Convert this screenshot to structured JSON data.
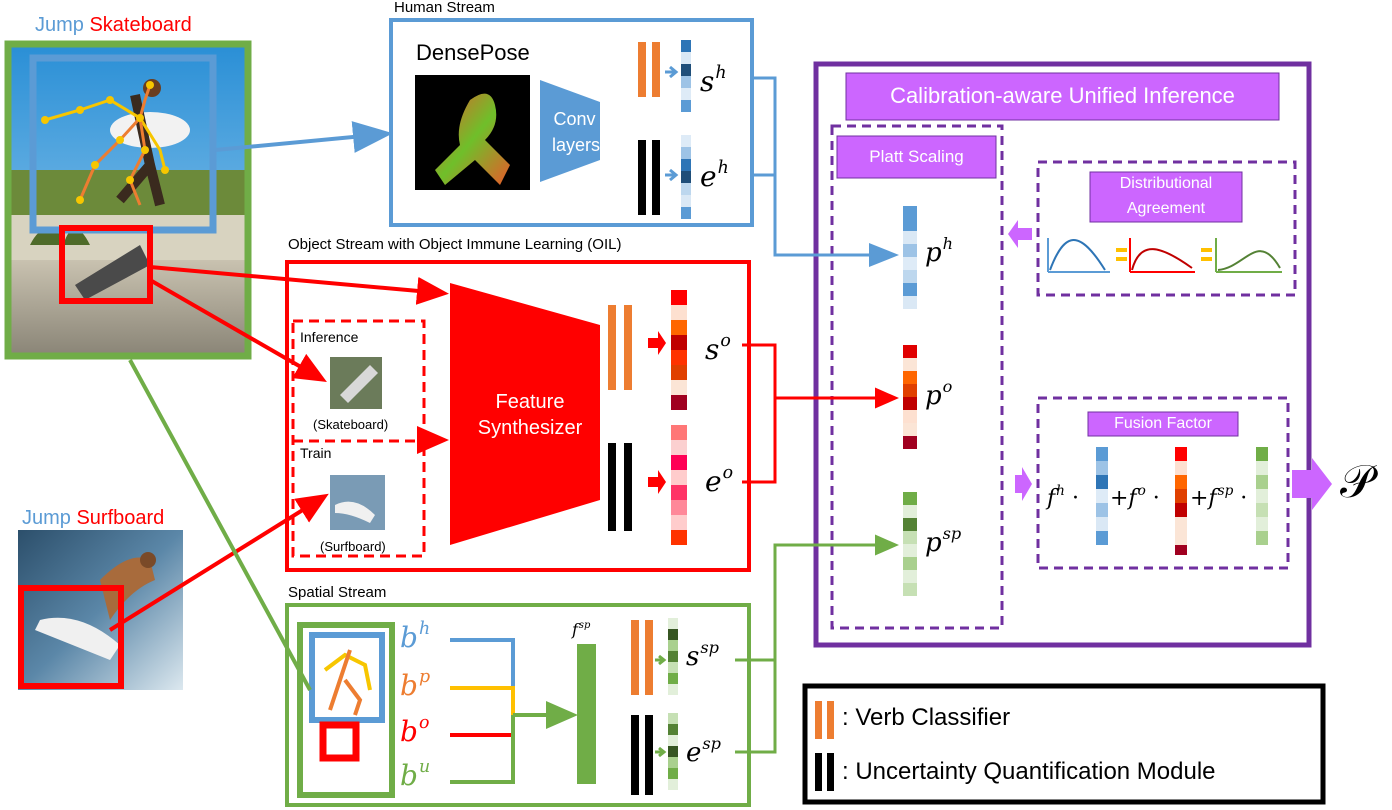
{
  "images": {
    "main_caption": {
      "verb": "Jump",
      "object": "Skateboard"
    },
    "secondary_caption": {
      "verb": "Jump",
      "object": "Surfboard"
    },
    "main_photo": "skateboarder-jump-photo",
    "secondary_photo": "surfer-jump-photo"
  },
  "human_stream": {
    "title": "Human Stream",
    "densepose_label": "DensePose",
    "conv_label_1": "Conv",
    "conv_label_2": "layers",
    "s_base": "s",
    "s_sup": "h",
    "e_base": "e",
    "e_sup": "h"
  },
  "object_stream": {
    "title": "Object Stream with Object Immune Learning (OIL)",
    "inference_label": "Inference",
    "inference_obj": "(Skateboard)",
    "train_label": "Train",
    "train_obj": "(Surfboard)",
    "synth_label_1": "Feature",
    "synth_label_2": "Synthesizer",
    "s_base": "s",
    "s_sup": "o",
    "e_base": "e",
    "e_sup": "o"
  },
  "spatial_stream": {
    "title": "Spatial Stream",
    "bh_base": "b",
    "bh_sup": "h",
    "bp_base": "b",
    "bp_sup": "p",
    "bo_base": "b",
    "bo_sup": "o",
    "bu_base": "b",
    "bu_sup": "u",
    "f_base": "f",
    "f_sup": "sp",
    "s_base": "s",
    "s_sup": "sp",
    "e_base": "e",
    "e_sup": "sp"
  },
  "inference_module": {
    "title": "Calibration-aware Unified Inference",
    "platt_label": "Platt Scaling",
    "distribution_label_1": "Distributional",
    "distribution_label_2": "Agreement",
    "fusion_label": "Fusion Factor",
    "ph_base": "p",
    "ph_sup": "h",
    "po_base": "p",
    "po_sup": "o",
    "psp_base": "p",
    "psp_sup": "sp",
    "fh_base": "f",
    "fh_sup": "h",
    "dot_1": "·",
    "plus_fo_base": "+f",
    "fo_sup": "o",
    "dot_2": "·",
    "plus_fsp_base": "+f",
    "fsp_sup": "sp",
    "dot_3": "·",
    "output_symbol": "𝒫"
  },
  "legend": {
    "verb_classifier": ": Verb Classifier",
    "uncertainty_module": ": Uncertainty Quantification Module"
  },
  "colors": {
    "human_blue": "#5b9bd5",
    "object_red": "#ff0000",
    "spatial_green": "#70ad47",
    "purple": "#7030a0",
    "purple_fill": "#cc66ff",
    "orange": "#ed7d31",
    "yellow": "#ffc000",
    "black": "#000000"
  }
}
